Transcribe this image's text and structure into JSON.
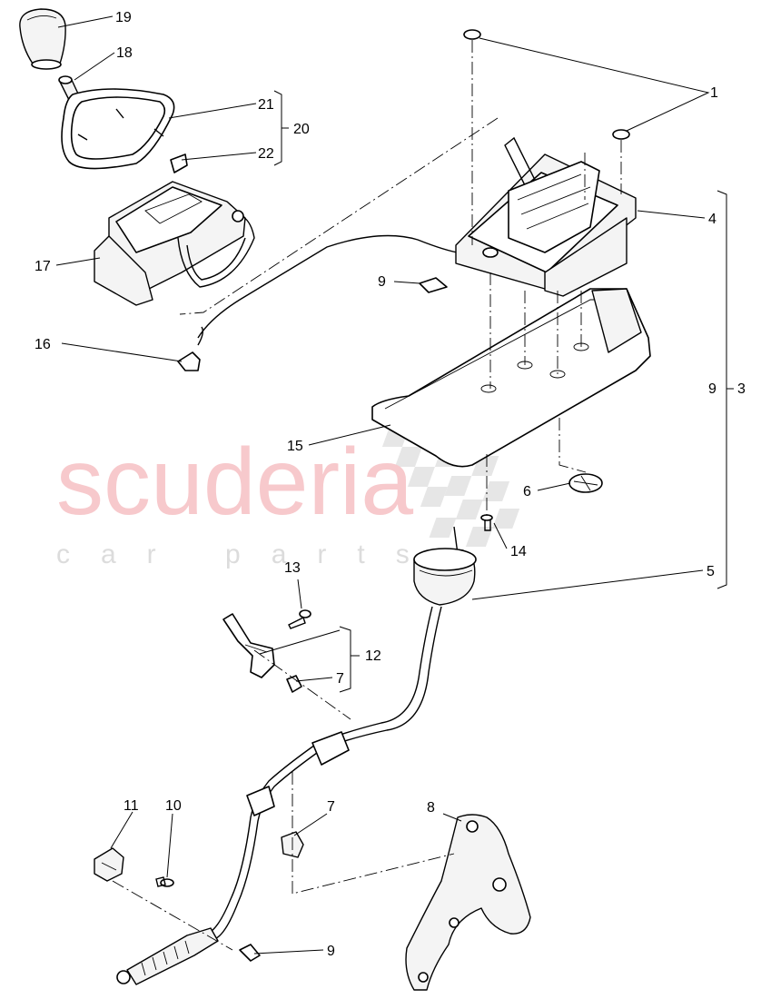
{
  "watermark": {
    "brand": "scuderia",
    "tagline": "car parts"
  },
  "callouts": {
    "n1": "1",
    "n3": "3",
    "n4": "4",
    "n5": "5",
    "n6": "6",
    "n7a": "7",
    "n7b": "7",
    "n8": "8",
    "n9a": "9",
    "n9b": "9",
    "n9c": "9",
    "n10": "10",
    "n11": "11",
    "n12": "12",
    "n13": "13",
    "n14": "14",
    "n15": "15",
    "n16": "16",
    "n17": "17",
    "n18": "18",
    "n19": "19",
    "n20": "20",
    "n21": "21",
    "n22": "22"
  },
  "colors": {
    "watermark_red": "#f7c9cc",
    "watermark_grey": "#dcdcdc",
    "line": "#000000"
  }
}
